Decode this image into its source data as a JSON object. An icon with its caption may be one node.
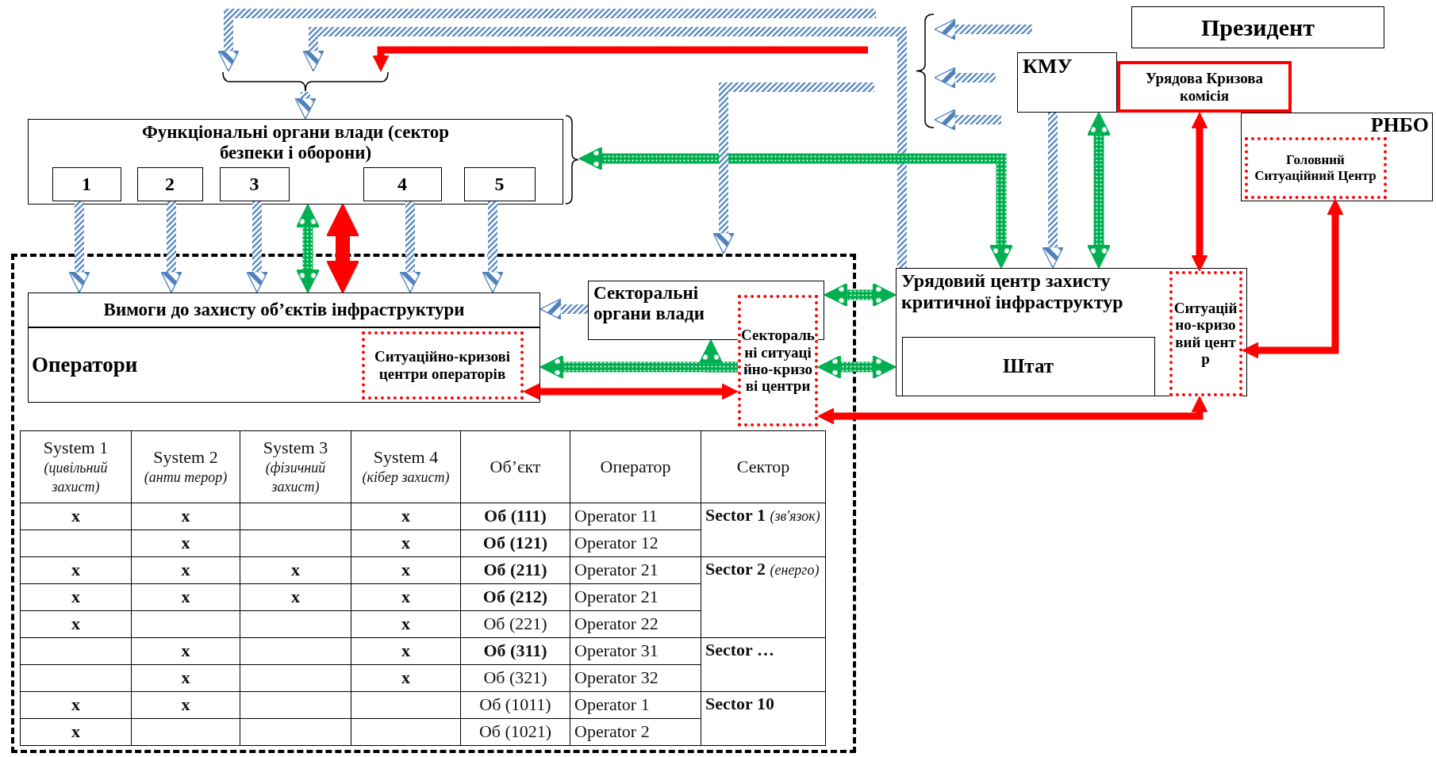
{
  "diagram": {
    "nodes": [
      {
        "text": [],
        "shape": "brace"
      },
      {
        "text": [
          "Функціональні органи влади (сектор безпеки і оборони)"
        ]
      },
      {
        "text": [
          "1"
        ],
        "in": 1
      },
      {
        "text": [
          "2"
        ],
        "in": 1
      },
      {
        "text": [
          "3"
        ],
        "in": 1
      },
      {
        "text": [
          "4"
        ],
        "in": 1
      },
      {
        "text": [
          "5"
        ],
        "in": 1
      },
      {
        "text": [],
        "shape": "brace"
      },
      {
        "text": [],
        "shape": "box"
      },
      {
        "text": [
          "Вимоги до захисту об’єктів інфраструктури"
        ],
        "in": 8
      },
      {
        "text": [
          "Оператори"
        ],
        "in": 8
      },
      {
        "text": [
          "Ситуаційно-кризові центри операторів"
        ],
        "in": 10
      },
      {
        "text": [
          "Секторальні органи влади"
        ],
        "in": 8
      },
      {
        "text": [
          "Секторальні ситуаційно-кризові центри"
        ],
        "in": 8
      },
      {
        "text": [],
        "shape": "brace"
      },
      {
        "text": [
          "Президент"
        ]
      },
      {
        "text": [
          "КМУ"
        ]
      },
      {
        "text": [
          "Урядова Кризова комісія"
        ]
      },
      {
        "text": [
          "РНБО"
        ]
      },
      {
        "text": [
          "Головний Ситуаційний Центр"
        ],
        "in": 18
      },
      {
        "text": [
          "Урядовий центр захисту критичної інфраструктур"
        ]
      },
      {
        "text": [
          "Штат"
        ],
        "in": 20
      },
      {
        "text": [
          "Ситуаційно-кризовий центр"
        ],
        "in": 20
      }
    ],
    "edges": [
      {
        "from": null,
        "to": 0,
        "arrow": "to"
      },
      {
        "from": 20,
        "to": 0,
        "arrow": "to"
      },
      {
        "from": null,
        "to": 0,
        "arrow": "to",
        "color": "#ff0000"
      },
      {
        "from": 0,
        "to": 1,
        "arrow": "to"
      },
      {
        "from": 2,
        "to": 9,
        "arrow": "to"
      },
      {
        "from": 3,
        "to": 9,
        "arrow": "to"
      },
      {
        "from": 4,
        "to": 9,
        "arrow": "to"
      },
      {
        "from": 5,
        "to": 9,
        "arrow": "to"
      },
      {
        "from": 6,
        "to": 9,
        "arrow": "to"
      },
      {
        "from": 1,
        "to": 9,
        "arrow": "both",
        "color": "#00b050"
      },
      {
        "from": 1,
        "to": 9,
        "arrow": "both",
        "color": "#ff0000",
        "style": "thick"
      },
      {
        "from": 7,
        "to": 20,
        "arrow": "both",
        "color": "#00b050"
      },
      {
        "from": null,
        "to": 8,
        "arrow": "to"
      },
      {
        "from": 12,
        "to": 9,
        "arrow": "to"
      },
      {
        "from": 12,
        "to": 20,
        "arrow": "both",
        "color": "#00b050"
      },
      {
        "from": 13,
        "to": 10,
        "arrow": "to",
        "color": "#00b050"
      },
      {
        "from": 13,
        "to": 12,
        "arrow": "to",
        "color": "#00b050"
      },
      {
        "from": 13,
        "to": 20,
        "arrow": "both",
        "color": "#00b050"
      },
      {
        "from": 11,
        "to": 13,
        "arrow": "both",
        "color": "#ff0000"
      },
      {
        "from": 13,
        "to": 22,
        "arrow": "both",
        "color": "#ff0000"
      },
      {
        "from": 17,
        "to": 22,
        "arrow": "both",
        "color": "#ff0000"
      },
      {
        "from": 19,
        "to": 22,
        "arrow": "both",
        "color": "#ff0000"
      },
      {
        "from": 16,
        "to": 20,
        "arrow": "to"
      },
      {
        "from": 16,
        "to": 20,
        "arrow": "both",
        "color": "#00b050"
      },
      {
        "from": null,
        "to": 14,
        "arrow": "to"
      },
      {
        "from": null,
        "to": 14,
        "arrow": "to"
      },
      {
        "from": null,
        "to": 14,
        "arrow": "to"
      }
    ],
    "labels": [
      "System 1 *(цивільний захист)*",
      "System 2 *(анти терор)*",
      "System 3 *(фізичний захист)*",
      "System 4 *(кібер захист)*",
      "Об’єкт",
      "Оператор",
      "Сектор",
      "x",
      "x",
      "x",
      "Об (111)",
      "Operator 11",
      "**Sector 1** *(зв'язок)*",
      "x",
      "x",
      "Об (121)",
      "Operator 12",
      "x",
      "x",
      "x",
      "x",
      "Об (211)",
      "Operator 21",
      "**Sector 2** *(енерго)*",
      "x",
      "x",
      "x",
      "x",
      "Об (212)",
      "Operator 21",
      "x",
      "x",
      "Об (221)",
      "Operator 22",
      "x",
      "x",
      "Об (311)",
      "Operator 31",
      "Sector …",
      "x",
      "x",
      "Об (321)",
      "Operator 32",
      "x",
      "x",
      "Об (1011)",
      "Operator 1",
      "Sector 10",
      "x",
      "Об (1021)",
      "Operator 2"
    ]
  }
}
